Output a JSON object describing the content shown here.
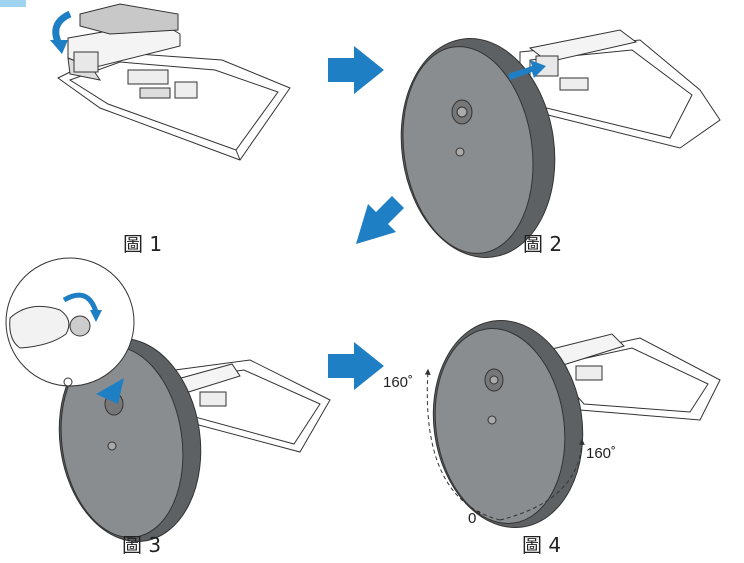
{
  "figures": [
    {
      "id": "fig1",
      "caption": "圖 1"
    },
    {
      "id": "fig2",
      "caption": "圖 2"
    },
    {
      "id": "fig3",
      "caption": "圖 3"
    },
    {
      "id": "fig4",
      "caption": "圖 4",
      "angles": {
        "left": "160˚",
        "right": "160˚",
        "bottom": "0˚"
      }
    }
  ],
  "colors": {
    "arrow": "#1f7fc4",
    "base_fill": "#8a8d90",
    "base_rim": "#5e6164",
    "outline": "#333333",
    "hand_fill": "#f2f2f2",
    "corner_tab": "#9fd3f0"
  }
}
